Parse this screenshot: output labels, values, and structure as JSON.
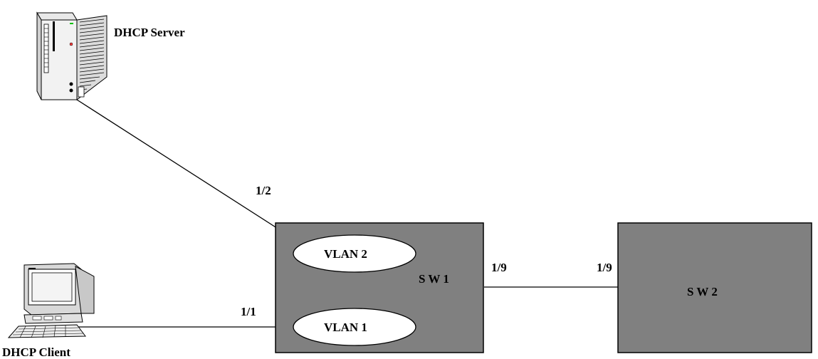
{
  "server": {
    "label": "DHCP Server",
    "icon": "server-tower-icon"
  },
  "client": {
    "label": "DHCP Client",
    "icon": "desktop-computer-icon"
  },
  "switches": [
    {
      "id": "sw1",
      "label": "S W 1",
      "fill": "#808080"
    },
    {
      "id": "sw2",
      "label": "S W 2",
      "fill": "#808080"
    }
  ],
  "vlans": [
    {
      "id": "vlan2",
      "label": "VLAN 2"
    },
    {
      "id": "vlan1",
      "label": "VLAN 1"
    }
  ],
  "ports": {
    "server_port": "1/2",
    "client_port": "1/1",
    "sw1_uplink": "1/9",
    "sw2_uplink": "1/9"
  }
}
